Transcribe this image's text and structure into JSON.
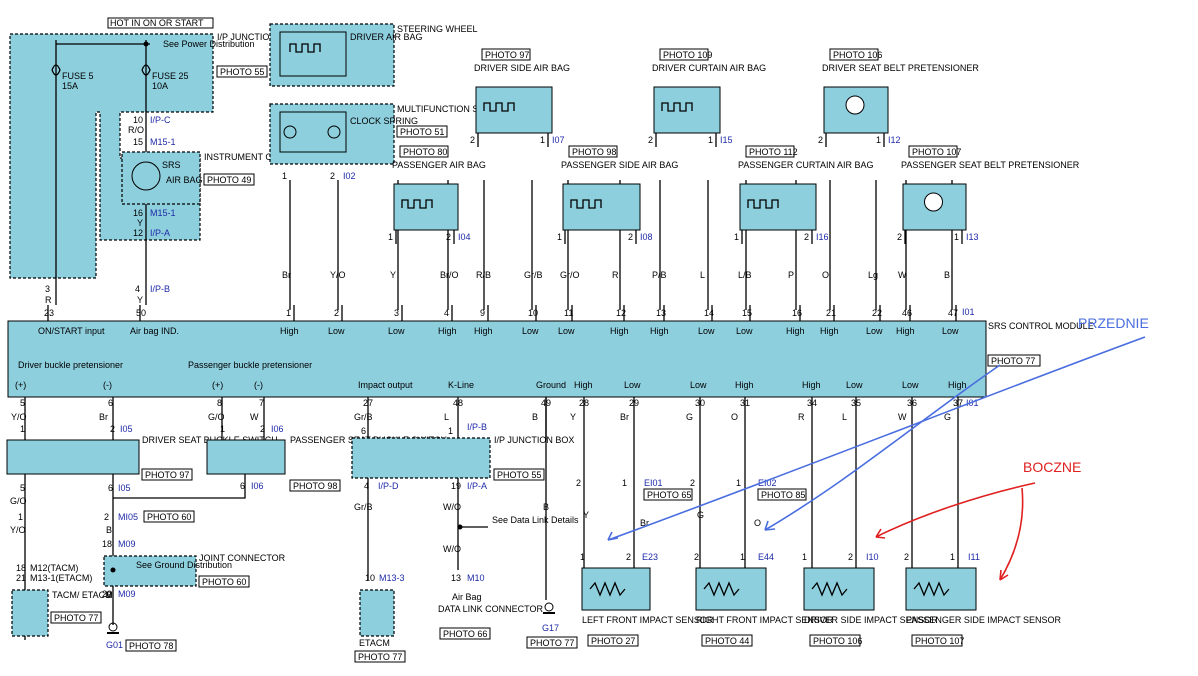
{
  "module": {
    "label": "SRS CONTROL MODULE",
    "photo": "PHOTO 77"
  },
  "top_pins": [
    {
      "pin": "23",
      "label": "ON/START input"
    },
    {
      "pin": "50",
      "label": "Air bag IND."
    },
    {
      "pin": "1",
      "label": "High"
    },
    {
      "pin": "2",
      "label": "Low"
    },
    {
      "pin": "3",
      "label": "Low"
    },
    {
      "pin": "4",
      "label": "High"
    },
    {
      "pin": "9",
      "label": "High"
    },
    {
      "pin": "10",
      "label": "Low"
    },
    {
      "pin": "11",
      "label": "Low"
    },
    {
      "pin": "12",
      "label": "High"
    },
    {
      "pin": "13",
      "label": "High"
    },
    {
      "pin": "14",
      "label": "Low"
    },
    {
      "pin": "15",
      "label": "Low"
    },
    {
      "pin": "16",
      "label": "High"
    },
    {
      "pin": "21",
      "label": "High"
    },
    {
      "pin": "22",
      "label": "Low"
    },
    {
      "pin": "46",
      "label": "High"
    },
    {
      "pin": "47",
      "label": "Low"
    }
  ],
  "top_wires": [
    "Br",
    "Y/O",
    "Y",
    "Br/O",
    "R/B",
    "Gr/B",
    "Gr/O",
    "R",
    "P/B",
    "L",
    "L/B",
    "P",
    "O",
    "Lg",
    "W",
    "B"
  ],
  "connector_top": "I01",
  "bottom_pins": [
    {
      "pin": "5",
      "label": "(+)"
    },
    {
      "pin": "6",
      "label": "(-)"
    },
    {
      "pin": "8",
      "label": "(+)"
    },
    {
      "pin": "7",
      "label": "(-)"
    },
    {
      "pin": "27",
      "label": "Impact output"
    },
    {
      "pin": "48",
      "label": "K-Line"
    },
    {
      "pin": "49",
      "label": "Ground"
    },
    {
      "pin": "28",
      "label": "High"
    },
    {
      "pin": "29",
      "label": "Low"
    },
    {
      "pin": "30",
      "label": "Low"
    },
    {
      "pin": "31",
      "label": "High"
    },
    {
      "pin": "34",
      "label": "High"
    },
    {
      "pin": "35",
      "label": "Low"
    },
    {
      "pin": "36",
      "label": "Low"
    },
    {
      "pin": "37",
      "label": "High"
    }
  ],
  "bottom_wires": [
    "Y/O",
    "Br",
    "G/O",
    "W",
    "Gr/B",
    "L",
    "B",
    "Y",
    "Br",
    "G",
    "O",
    "R",
    "L",
    "W",
    "G"
  ],
  "buckle_labels": {
    "driver": "Driver buckle pretensioner",
    "passenger": "Passenger buckle pretensioner"
  },
  "power": {
    "hot": "HOT IN ON OR START",
    "see": "See Power Distribution",
    "fuse5": "FUSE 5",
    "fuse5_a": "15A",
    "fuse25": "FUSE 25",
    "fuse25_a": "10A",
    "box": "I/P JUNCTION BOX",
    "photo": "PHOTO 55"
  },
  "cluster": {
    "srs": "SRS",
    "airbag": "AIR BAG",
    "label": "INSTRUMENT CLUSTER",
    "photo": "PHOTO 49"
  },
  "left_chain": {
    "p10": "10",
    "ipc": "I/P-C",
    "ro": "R/O",
    "p15": "15",
    "m151a": "M15-1",
    "p16": "16",
    "m151b": "M15-1",
    "y": "Y",
    "p12": "12",
    "ipa": "I/P-A",
    "p3": "3",
    "r": "R",
    "p4": "4",
    "ipb": "I/P-B",
    "y2": "Y"
  },
  "steering": {
    "title": "STEERING WHEEL",
    "airbag": "DRIVER AIR BAG",
    "clock": "CLOCK SPRING",
    "mfs": "MULTIFUNCTION SWITCH",
    "photo": "PHOTO 51",
    "p1": "1",
    "p2": "2",
    "conn": "I02"
  },
  "airbags": [
    {
      "title": "PASSENGER AIR BAG",
      "photo": "PHOTO 80",
      "a": "1",
      "b": "2",
      "conn": "I04"
    },
    {
      "title": "DRIVER SIDE AIR BAG",
      "photo": "PHOTO 97",
      "a": "2",
      "b": "1",
      "conn": "I07"
    },
    {
      "title": "PASSENGER SIDE AIR BAG",
      "photo": "PHOTO 98",
      "a": "1",
      "b": "2",
      "conn": "I08"
    },
    {
      "title": "DRIVER CURTAIN AIR BAG",
      "photo": "PHOTO 109",
      "a": "2",
      "b": "1",
      "conn": "I15"
    },
    {
      "title": "PASSENGER CURTAIN AIR BAG",
      "photo": "PHOTO 112",
      "a": "1",
      "b": "2",
      "conn": "I16"
    },
    {
      "title": "DRIVER SEAT BELT PRETENSIONER",
      "photo": "PHOTO 106",
      "a": "2",
      "b": "1",
      "conn": "I12"
    },
    {
      "title": "PASSENGER SEAT BELT PRETENSIONER",
      "photo": "PHOTO 107",
      "a": "2",
      "b": "1",
      "conn": "I13"
    }
  ],
  "buckles": {
    "driver": {
      "title": "DRIVER SEAT BUCKLE SWITCH",
      "photo": "PHOTO 97",
      "p1": "1",
      "p2": "2",
      "conn": "I05",
      "q5": "5",
      "q6": "6",
      "conn2": "I05"
    },
    "passenger": {
      "title": "PASSENGER SEAT BUCKLE SWITCH",
      "photo": "PHOTO 98",
      "p1": "1",
      "p2": "2",
      "conn": "I06",
      "q6": "6",
      "conn2": "I06"
    }
  },
  "lower_left": {
    "go": "G/O",
    "p1": "1",
    "yo": "Y/O",
    "p2": "2",
    "mi05": "MI05",
    "photo60": "PHOTO 60",
    "b1": "B",
    "p18": "18",
    "m09a": "M09",
    "see_ground": "See Ground Distribution",
    "joint": "JOINT CONNECTOR",
    "photo60b": "PHOTO 60",
    "m12": "M12(TACM)",
    "m131": "M13-1(ETACM)",
    "p18b": "18",
    "p21": "21",
    "tacm": "TACM/ ETACM",
    "photo77": "PHOTO 77",
    "b2": "B",
    "p20": "20",
    "m09b": "M09",
    "g01": "G01",
    "photo78": "PHOTO 78"
  },
  "jb2": {
    "p6": "6",
    "ipb": "I/P-B",
    "p1": "1",
    "title": "I/P JUNCTION BOX",
    "photo": "PHOTO 55",
    "p4": "4",
    "ipd": "I/P-D",
    "p19": "19",
    "ipa": "I/P-A",
    "grb": "Gr/B",
    "wo": "W/O",
    "see_dlc": "See Data Link Details",
    "wo2": "W/O",
    "p10": "10",
    "m133": "M13-3",
    "etacm": "ETACM",
    "photo77": "PHOTO 77",
    "p13": "13",
    "m10": "M10",
    "airbag": "Air Bag",
    "dlc": "DATA LINK CONNECTOR",
    "photo66": "PHOTO 66",
    "b": "B",
    "g17": "G17",
    "photo77b": "PHOTO 77"
  },
  "sensors": [
    {
      "title": "LEFT FRONT IMPACT SENSOR",
      "photo": "PHOTO 27",
      "a": "1",
      "b": "2",
      "conn": "E23",
      "mid_a": "2",
      "mid_b": "1",
      "mid_conn": "EI01",
      "mid_photo": "PHOTO 65",
      "wa": "Y",
      "wb": "Br"
    },
    {
      "title": "RIGHT FRONT IMPACT SENSOR",
      "photo": "PHOTO 44",
      "a": "2",
      "b": "1",
      "conn": "E44",
      "mid_a": "2",
      "mid_b": "1",
      "mid_conn": "EI02",
      "mid_photo": "PHOTO 85",
      "wa": "G",
      "wb": "O"
    },
    {
      "title": "DRIVER SIDE IMPACT SENSOR",
      "photo": "PHOTO 106",
      "a": "1",
      "b": "2",
      "conn": "I10"
    },
    {
      "title": "PASSENGER SIDE IMPACT SENSOR",
      "photo": "PHOTO 107",
      "a": "2",
      "b": "1",
      "conn": "I11"
    }
  ],
  "annotations": {
    "front": "PRZEDNIE",
    "side": "BOCZNE"
  },
  "colors": {
    "component": "#8ecfde",
    "connector_text": "#1e2aa8",
    "blue_annotation": "#4a6ee0",
    "red_annotation": "#e02020"
  }
}
